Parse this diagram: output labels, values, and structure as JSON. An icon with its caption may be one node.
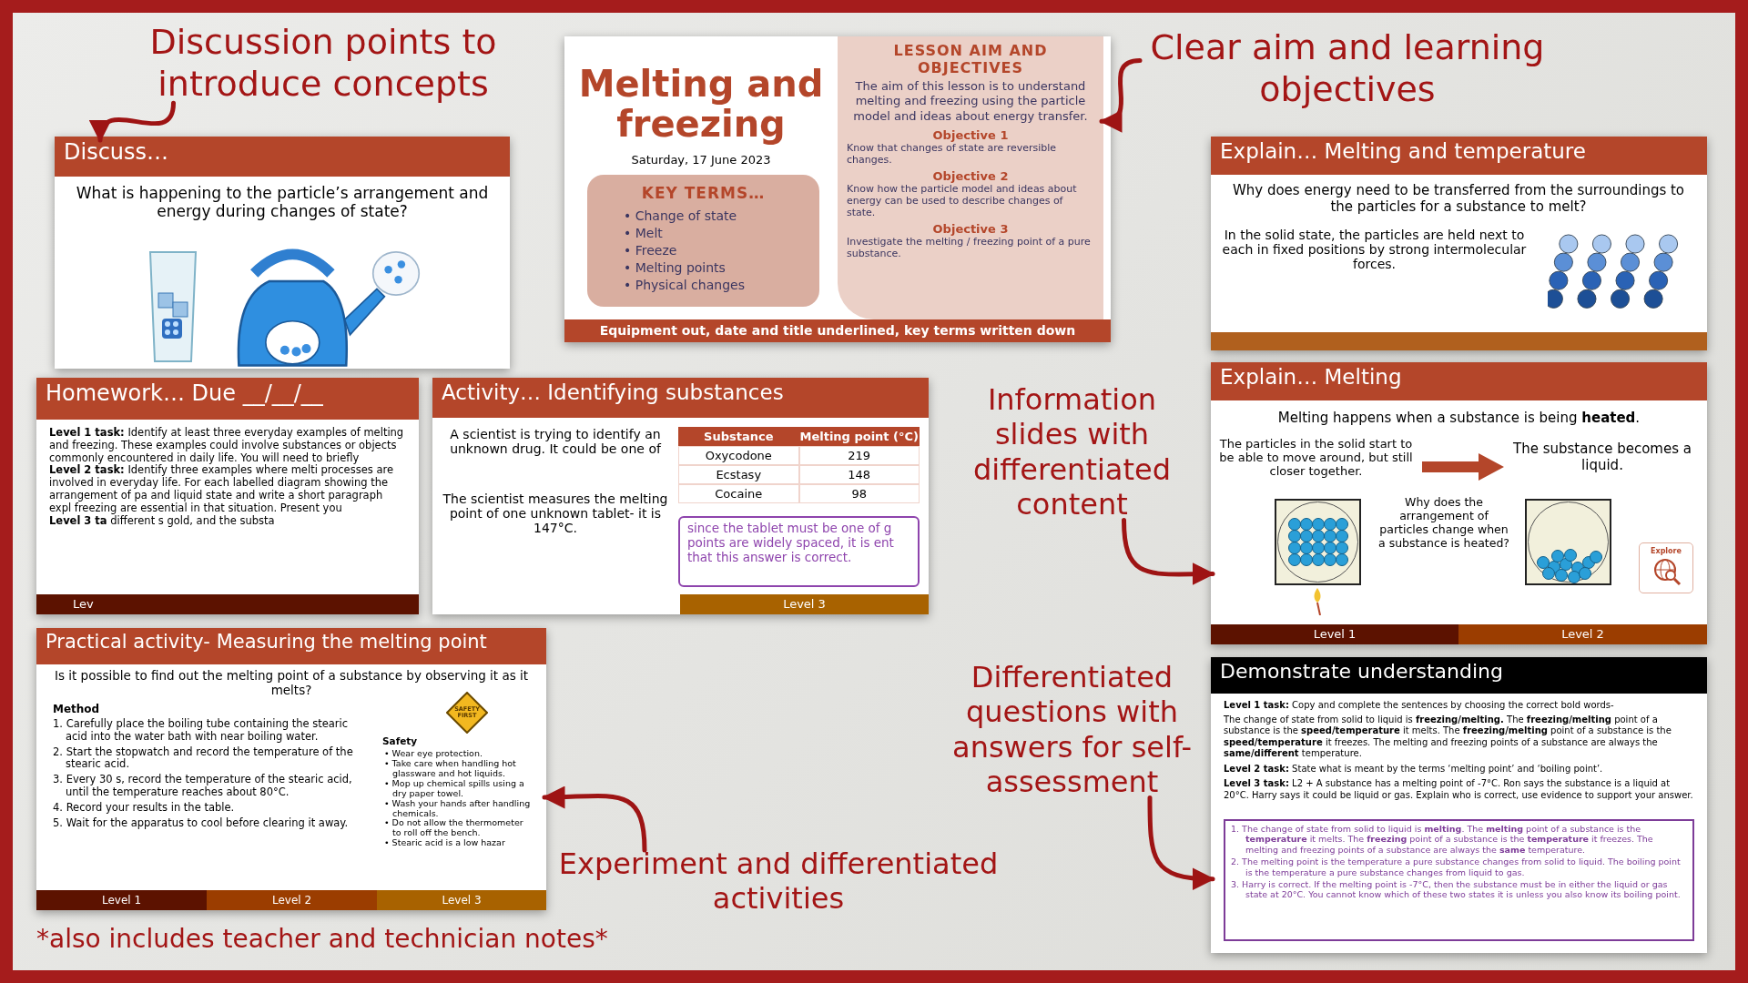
{
  "diagram": {
    "nodes": [
      {
        "text": [
          "Discussion points to introduce concepts"
        ]
      },
      {
        "text": [
          "Discuss…",
          "What is happening to the particle’s arrangement and energy during changes of state?"
        ]
      },
      {
        "text": [
          "Melting and freezing",
          "Saturday, 17 June 2023",
          "Equipment out, date and title underlined, key terms written down"
        ]
      },
      {
        "text": [
          "KEY TERMS…",
          "• Change of state",
          "• Melt",
          "• Freeze",
          "• Melting points",
          "• Physical changes"
        ],
        "in": 2
      },
      {
        "text": [
          "LESSON AIM AND OBJECTIVES",
          "The aim of this lesson is to understand melting and freezing using the particle model and ideas about energy transfer.",
          "Objective 1",
          "Know that changes of state are reversible changes.",
          "Objective 2",
          "Know how the particle model and ideas about energy can be used to describe changes of state.",
          "Objective 3",
          "Investigate the melting / freezing point of a pure substance."
        ],
        "in": 2
      },
      {
        "text": [
          "Clear aim and learning objectives"
        ]
      },
      {
        "text": [
          "Explain… Melting and temperature",
          "Why does energy need to be transferred from the surroundings to the particles for a substance to melt?",
          "In the solid state, the particles are held next to each in fixed positions by strong intermolecular forces."
        ]
      },
      {
        "text": [
          "Explain… Melting",
          "Melting happens when a substance is being **heated**.",
          "The particles in the solid start to be able to move around, but still closer together.",
          "The substance becomes a liquid.",
          "Why does the arrangement of particles change when a substance is heated?",
          "Explore",
          "Level 1",
          "Level 2"
        ]
      },
      {
        "text": [
          "Information slides with differentiated content"
        ]
      },
      {
        "text": [
          "Homework… Due __/__/__",
          "**Level 1 task:** Identify at least three everyday examples of melting and freezing. These examples could involve substances or objects commonly encountered in daily life. You will need to briefly",
          "**Level 2 task:** Identify three examples where melti processes are involved in everyday life. For each labelled diagram showing the arrangement of pa and liquid state and write a short paragraph expl freezing are essential in that situation. Present you",
          "**Level 3 ta** different s gold, and the substa",
          "Lev"
        ]
      },
      {
        "text": [
          "Activity… Identifying substances",
          "A scientist is trying to identify an unknown drug. It could be one of",
          "Substance",
          "Melting point (°C)",
          "Oxycodone",
          "219",
          "Ecstasy",
          "148",
          "Cocaine",
          "98",
          "The scientist measures the melting point of one unknown tablet- it is 147°C.",
          "Level 3"
        ]
      },
      {
        "text": [
          "since the tablet must be one of g points are widely spaced, it is ent that this answer is correct."
        ],
        "in": 10
      },
      {
        "text": [
          "Practical activity- Measuring the melting point",
          "Is it possible to find out the melting point of a substance by observing it as it melts?",
          "Method",
          "1. Carefully place the boiling tube containing the stearic acid into the water bath with near boiling water.",
          "2. Start the stopwatch and record the temperature of the stearic acid.",
          "3. Every 30 s, record the temperature of the stearic acid, until the temperature reaches about 80°C.",
          "4. Record your results in the table.",
          "5. Wait for the apparatus to cool before clearing it away.",
          "Safety",
          "• Wear eye protection.",
          "• Take care when handling hot glassware and hot liquids.",
          "• Mop up chemical spills using a dry paper towel.",
          "• Wash your hands after handling chemicals.",
          "• Do not allow the thermometer to roll off the bench.",
          "• Stearic acid is a low hazar",
          "Level 1",
          "Level 2",
          "Level 3"
        ]
      },
      {
        "text": [
          "SAFETY FIRST"
        ],
        "in": 12
      },
      {
        "text": [
          "Experiment and differentiated activities"
        ]
      },
      {
        "text": [
          "Differentiated questions with answers for self-assessment"
        ]
      },
      {
        "text": [
          "Demonstrate understanding",
          "**Level 1 task:** Copy and complete the sentences by choosing the correct bold words-",
          "The change of state from solid to liquid is **freezing/melting.** The **freezing/melting** point of a substance is the **speed/temperature** it melts. The **freezing/melting** point of a substance is the **speed/temperature** it freezes. The melting and freezing points of a substance are always the **same/different** temperature.",
          "**Level 2 task:** State what is meant by the terms ‘melting point’ and ‘boiling point’.",
          "**Level 3 task:** L2 + A substance has a melting point of -7°C. Ron says the substance is a liquid at 20°C. Harry says it could be liquid or gas. Explain who is correct, use evidence to support your answer."
        ]
      },
      {
        "text": [
          "1. The change of state from solid to liquid is **melting**. The **melting** point of a substance is the **temperature** it melts. The **freezing** point of a substance is the **temperature** it freezes. The melting and freezing points of a substance are always the **same** temperature.",
          "2. The melting point is the temperature a pure substance changes from solid to liquid. The boiling point is the temperature a pure substance changes from liquid to gas.",
          "3. Harry is correct. If the melting point is -7°C, then the substance must be in either the liquid or gas state at 20°C. You cannot know which of these two states it is unless you also know its boiling point."
        ],
        "in": 16
      }
    ],
    "edges": [
      {
        "from": 0,
        "to": 1,
        "arrow": "to"
      },
      {
        "from": 5,
        "to": 4,
        "arrow": "to"
      },
      {
        "from": 8,
        "to": 7,
        "arrow": "to"
      },
      {
        "from": 15,
        "to": 16,
        "arrow": "to"
      },
      {
        "from": 14,
        "to": 12,
        "arrow": "to"
      }
    ],
    "labels": [
      "*also includes teacher and technician notes*"
    ]
  }
}
